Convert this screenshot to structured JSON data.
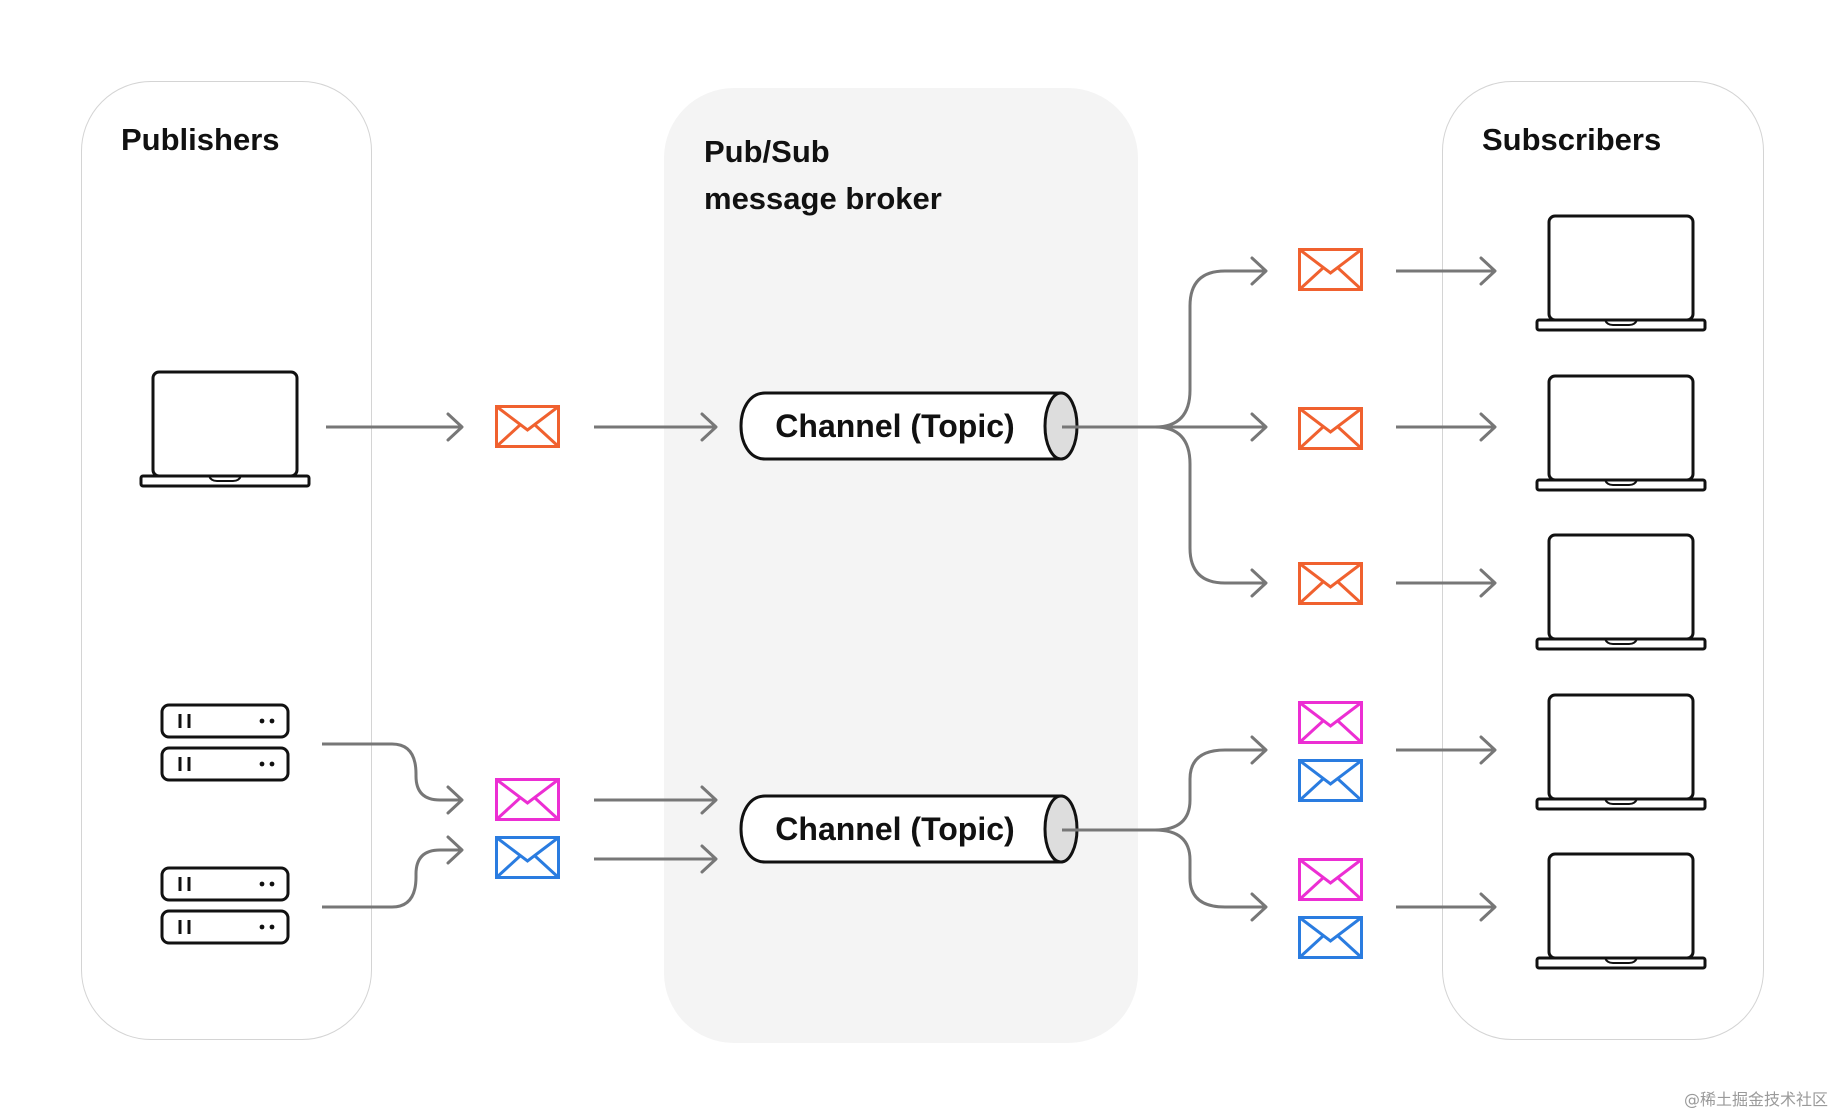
{
  "panels": {
    "publishers": {
      "title": "Publishers"
    },
    "broker": {
      "title_line1": "Pub/Sub",
      "title_line2": "message broker"
    },
    "subscribers": {
      "title": "Subscribers"
    }
  },
  "channels": [
    {
      "label": "Channel (Topic)"
    },
    {
      "label": "Channel (Topic)"
    }
  ],
  "message_colors": {
    "orange": "#f0612f",
    "pink": "#ec2ed3",
    "blue": "#2a7ce0"
  },
  "icons": {
    "publisher": [
      "laptop-icon",
      "server-icon",
      "server-icon"
    ],
    "subscriber": [
      "laptop-icon",
      "laptop-icon",
      "laptop-icon",
      "laptop-icon",
      "laptop-icon"
    ],
    "message": "envelope-icon"
  },
  "watermark": "@稀土掘金技术社区"
}
